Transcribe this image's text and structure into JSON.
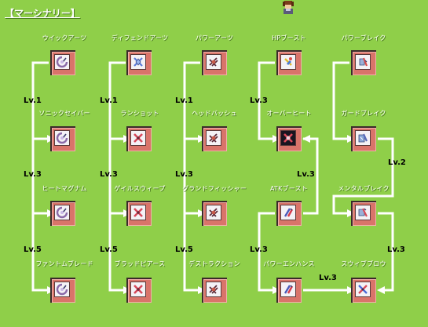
{
  "header": {
    "title": "【マーシナリー】"
  },
  "skills": {
    "quick_arts": "ウイックアーツ",
    "defend_arts": "ディフェンドアーツ",
    "power_arts": "パワーアーツ",
    "hp_boost": "HPブースト",
    "power_break": "パワーブレイク",
    "sonic_saber": "ソニックセイバー",
    "ran_shot": "ランショット",
    "head_bash": "ヘッドバッシュ",
    "over_heat": "オーバーヒート",
    "guard_break": "ガードブレイク",
    "heat_magnum": "ヒートマグナム",
    "gale_sweep": "ゲイルスウィープ",
    "ground_fisher": "グランドフィッシャー",
    "atk_boost": "ATKブースト",
    "mental_break": "メンタルブレイク",
    "phantom_blade": "ファントムブレード",
    "blood_pierce": "ブラッドピアース",
    "destruction": "デストラクション",
    "power_enhance": "パワーエンハンス",
    "sway_blow": "スウィブブロウ"
  },
  "levels": {
    "c1_a": "Lv.1",
    "c1_b": "Lv.3",
    "c1_c": "Lv.5",
    "c2_a": "Lv.1",
    "c2_b": "Lv.3",
    "c2_c": "Lv.5",
    "c3_a": "Lv.1",
    "c3_b": "Lv.3",
    "c3_c": "Lv.5",
    "c4_a": "Lv.3",
    "c4_b": "Lv.3",
    "c4_c": "Lv.3",
    "c5_a": "Lv.2",
    "c5_b": "Lv.3",
    "link": "Lv.3"
  },
  "icons": {
    "quick_arts": "swirl-icon",
    "defend_arts": "shield-icon",
    "power_arts": "claw-icon",
    "hp_boost": "potion-icon",
    "power_break": "broken-sword-icon",
    "sonic_saber": "swirl-icon",
    "ran_shot": "cross-icon",
    "head_bash": "claw-icon",
    "over_heat": "burst-icon",
    "guard_break": "broken-shield-icon",
    "heat_magnum": "swirl-icon",
    "gale_sweep": "cross-icon",
    "ground_fisher": "claw-icon",
    "atk_boost": "sword-up-icon",
    "mental_break": "broken-mind-icon",
    "phantom_blade": "swirl-icon",
    "blood_pierce": "cross-icon",
    "destruction": "claw-icon",
    "power_enhance": "sword-up-icon",
    "sway_blow": "crossed-swords-icon"
  },
  "colors": {
    "background": "#8fcf49",
    "line": "#ffffff",
    "frame": "#d9746a",
    "text": "#ffffff"
  }
}
